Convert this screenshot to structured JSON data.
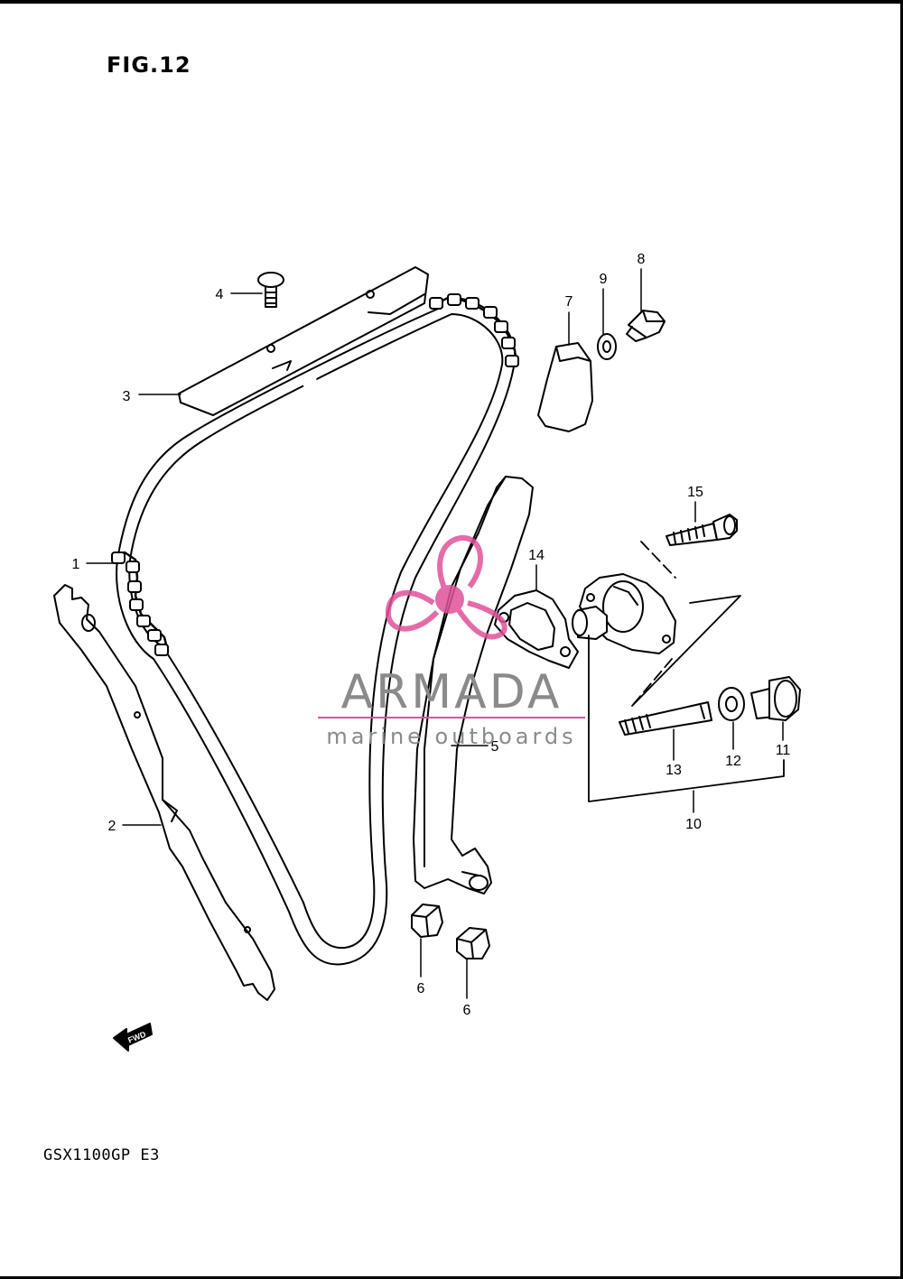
{
  "figure": {
    "title": "FIG.12",
    "model_code": "GSX1100GP  E3",
    "fwd_label": "FWD"
  },
  "parts": [
    {
      "number": "1"
    },
    {
      "number": "2"
    },
    {
      "number": "3"
    },
    {
      "number": "4"
    },
    {
      "number": "5"
    },
    {
      "number": "6"
    },
    {
      "number": "6"
    },
    {
      "number": "7"
    },
    {
      "number": "8"
    },
    {
      "number": "9"
    },
    {
      "number": "10"
    },
    {
      "number": "11"
    },
    {
      "number": "12"
    },
    {
      "number": "13"
    },
    {
      "number": "14"
    },
    {
      "number": "15"
    }
  ],
  "watermark": {
    "brand": "ARMADA",
    "tagline": "marine outboards",
    "brand_color": "#8a8a8a",
    "accent_color": "#e0529a"
  }
}
